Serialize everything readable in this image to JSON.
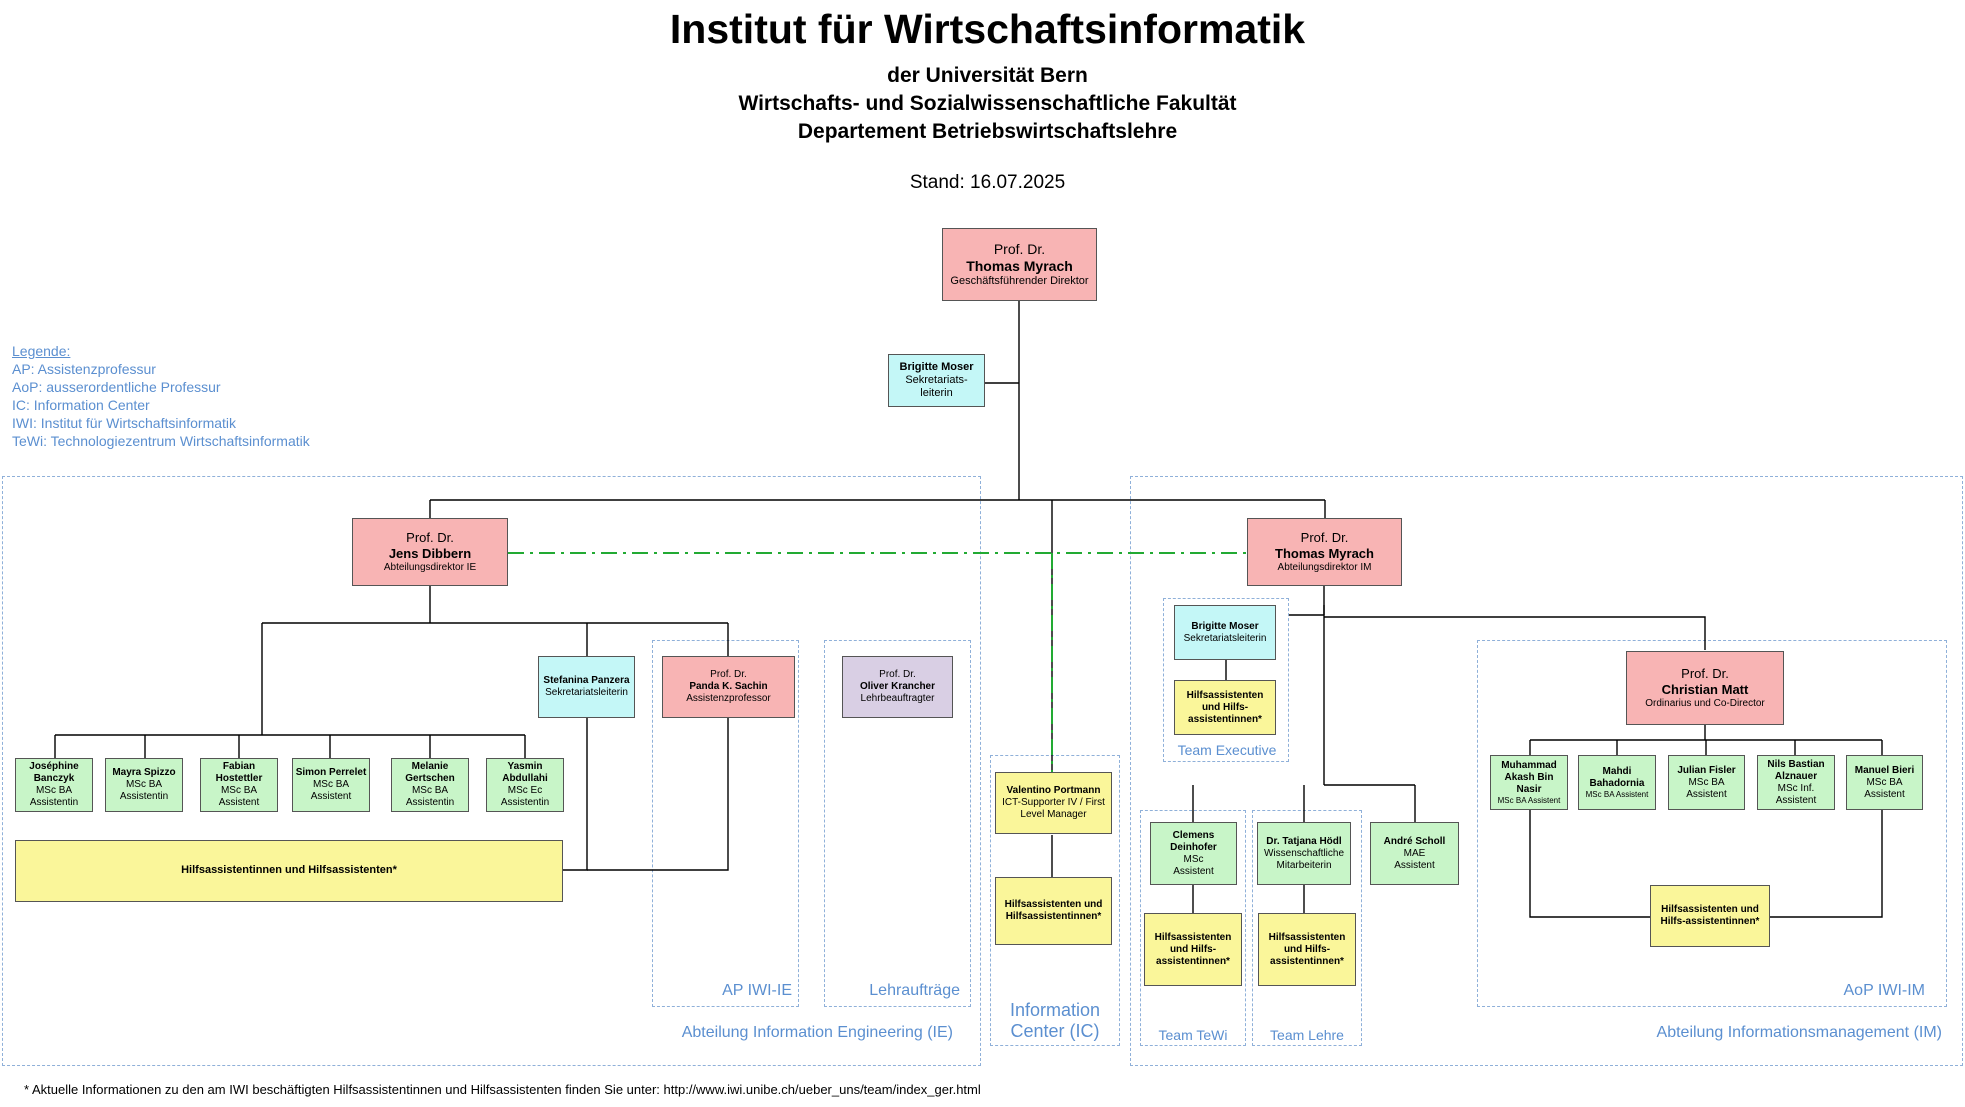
{
  "header": {
    "title": "Institut für Wirtschaftsinformatik",
    "line1": "der Universität Bern",
    "line2": "Wirtschafts- und Sozialwissenschaftliche Fakultät",
    "line3": "Departement Betriebswirtschaftslehre",
    "stand": "Stand: 16.07.2025"
  },
  "legend": {
    "heading": "Legende:",
    "items": [
      "AP: Assistenzprofessur",
      "AoP: ausserordentliche Professur",
      "IC: Information Center",
      "IWI: Institut für Wirtschaftsinformatik",
      "TeWi: Technologiezentrum Wirtschaftsinformatik"
    ]
  },
  "director": {
    "title": "Prof. Dr.",
    "name": "Thomas Myrach",
    "role": "Geschäftsführender Direktor"
  },
  "secretary_top": {
    "name": "Brigitte Moser",
    "role": "Sekretariats-leiterin"
  },
  "ie": {
    "head": {
      "title": "Prof. Dr.",
      "name": "Jens Dibbern",
      "role": "Abteilungsdirektor IE"
    },
    "secretary": {
      "name": "Stefanina Panzera",
      "role": "Sekretariatsleiterin"
    },
    "staff": [
      {
        "name": "Joséphine Banczyk",
        "deg": "MSc BA",
        "role": "Assistentin"
      },
      {
        "name": "Mayra Spizzo",
        "deg": "MSc BA",
        "role": "Assistentin"
      },
      {
        "name": "Fabian Hostettler",
        "deg": "MSc BA",
        "role": "Assistent"
      },
      {
        "name": "Simon Perrelet",
        "deg": "MSc BA",
        "role": "Assistent"
      },
      {
        "name": "Melanie Gertschen",
        "deg": "MSc BA",
        "role": "Assistentin"
      },
      {
        "name": "Yasmin Abdullahi",
        "deg": "MSc Ec",
        "role": "Assistentin"
      }
    ],
    "helpers": "Hilfsassistentinnen und Hilfsassistenten*",
    "label": "Abteilung Information Engineering (IE)"
  },
  "ap": {
    "title": "Prof. Dr.",
    "name": "Panda K. Sachin",
    "role": "Assistenzprofessor",
    "label": "AP IWI-IE"
  },
  "lehr": {
    "title": "Prof. Dr.",
    "name": "Oliver Krancher",
    "role": "Lehrbeauftragter",
    "label": "Lehraufträge"
  },
  "ic": {
    "person": {
      "name": "Valentino Portmann",
      "role": "ICT-Supporter IV / First Level Manager"
    },
    "helpers": "Hilfsassistenten und Hilfsassistentinnen*",
    "label1": "Information",
    "label2": "Center (IC)"
  },
  "im": {
    "head": {
      "title": "Prof. Dr.",
      "name": "Thomas Myrach",
      "role": "Abteilungsdirektor IM"
    },
    "exec": {
      "name": "Brigitte Moser",
      "role": "Sekretariatsleiterin",
      "helpers": "Hilfsassistenten und Hilfs-assistentinnen*",
      "label": "Team Executive"
    },
    "tewi": {
      "name": "Clemens Deinhofer",
      "deg": "MSc",
      "role": "Assistent",
      "helpers": "Hilfsassistenten und Hilfs-assistentinnen*",
      "label": "Team TeWi"
    },
    "lehre": {
      "name": "Dr. Tatjana Hödl",
      "role": "Wissenschaftliche Mitarbeiterin",
      "helpers": "Hilfsassistenten und Hilfs-assistentinnen*",
      "label": "Team Lehre"
    },
    "andre": {
      "name": "André Scholl",
      "deg": "MAE",
      "role": "Assistent"
    },
    "label": "Abteilung Informationsmanagement (IM)"
  },
  "aop": {
    "head": {
      "title": "Prof. Dr.",
      "name": "Christian Matt",
      "role": "Ordinarius und Co-Director"
    },
    "staff": [
      {
        "name": "Muhammad Akash Bin Nasir",
        "deg": "MSc BA Assistent",
        "role": ""
      },
      {
        "name": "Mahdi Bahadornia",
        "deg": "MSc BA Assistent",
        "role": ""
      },
      {
        "name": "Julian Fisler",
        "deg": "MSc BA",
        "role": "Assistent"
      },
      {
        "name": "Nils Bastian Alznauer",
        "deg": "MSc Inf.",
        "role": "Assistent"
      },
      {
        "name": "Manuel Bieri",
        "deg": "MSc BA",
        "role": "Assistent"
      }
    ],
    "helpers": "Hilfsassistenten und Hilfs-assistentinnen*",
    "label": "AoP IWI-IM"
  },
  "footnote": "* Aktuelle Informationen zu den am IWI beschäftigten Hilfsassistentinnen und Hilfsassistenten finden Sie unter: http://www.iwi.unibe.ch/ueber_uns/team/index_ger.html",
  "colors": {
    "professor": "#f8b4b4",
    "secretary": "#c4f7f7",
    "assistant": "#c8f5c8",
    "helper": "#faf69a",
    "lecturer": "#d9cfe4",
    "group_border": "#8fb0d9",
    "link": "#22aa33"
  }
}
